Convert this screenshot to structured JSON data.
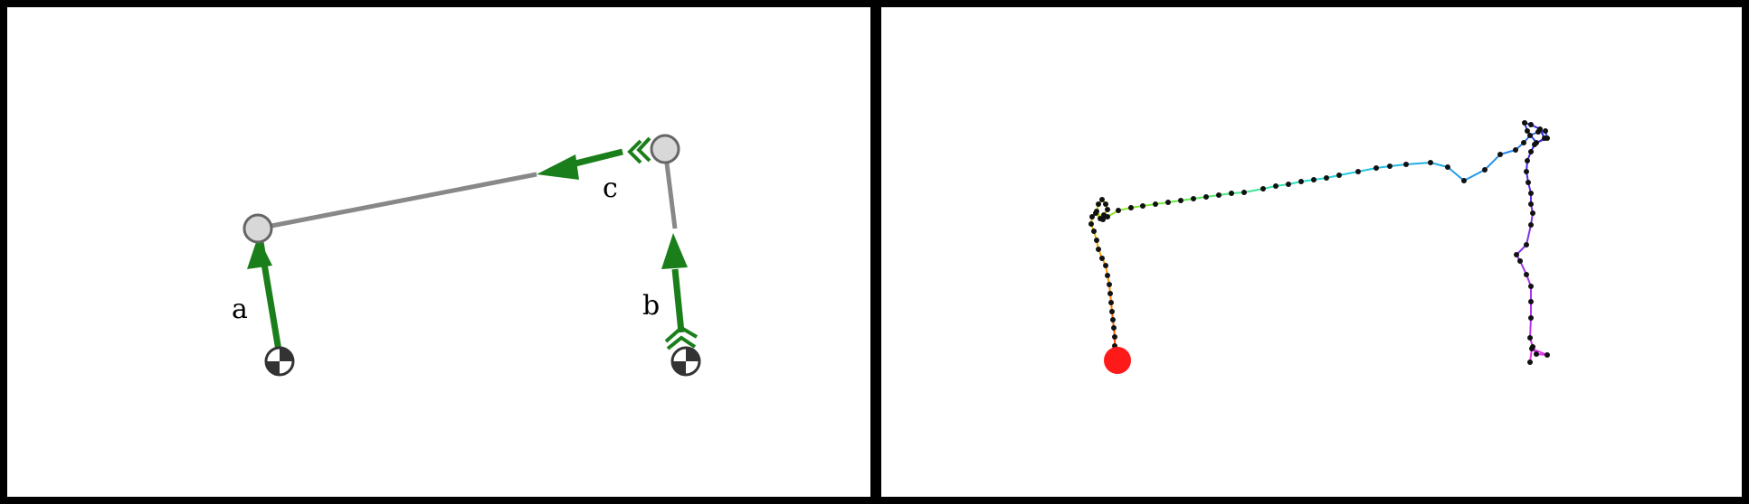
{
  "left_panel": {
    "labels": {
      "a": "a",
      "b": "b",
      "c": "c"
    },
    "colors": {
      "arrow": "#1a7f1a",
      "link": "#888888",
      "node_fill": "#d8d8d8",
      "node_stroke": "#666666",
      "ground_dark": "#333333"
    }
  },
  "right_panel": {
    "colors": {
      "start_marker": "#ff1a1a",
      "point": "#111111",
      "gradient": [
        "#ff3300",
        "#ff9900",
        "#ccdd00",
        "#66ee44",
        "#22dddd",
        "#2288ee",
        "#3322dd",
        "#8833ee",
        "#ee33ee"
      ]
    }
  }
}
